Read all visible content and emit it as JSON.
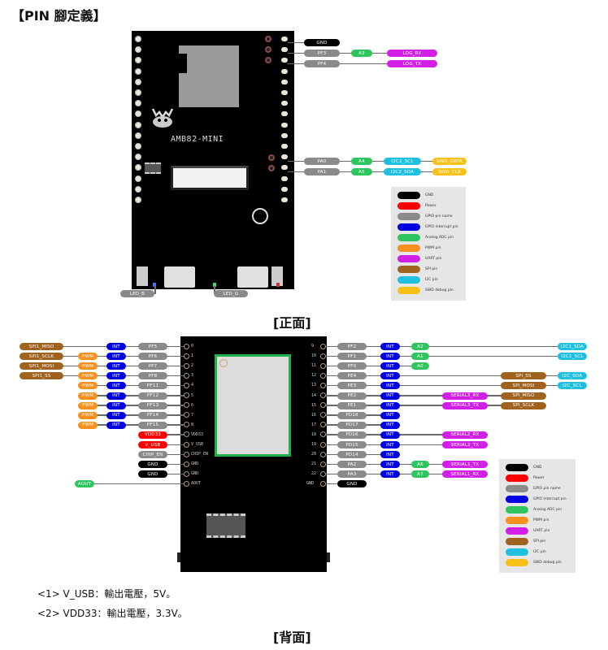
{
  "page": {
    "title": "【PIN 腳定義】",
    "front_caption": "[正面]",
    "back_caption": "[背面]",
    "notes": [
      "<1> V_USB：輸出電壓，5V。",
      "<2> VDD33：輸出電壓，3.3V。"
    ]
  },
  "front": {
    "board_label": "AMB82-MINI",
    "right_pins": [
      {
        "chips": [
          {
            "text": "GND",
            "type": "gnd"
          }
        ]
      },
      {
        "chips": [
          {
            "text": "PF3",
            "type": "gpio"
          },
          {
            "text": "A3",
            "type": "adc"
          },
          {
            "text": "LOG_RX",
            "type": "uart"
          }
        ]
      },
      {
        "chips": [
          {
            "text": "PF4",
            "type": "gpio"
          },
          {
            "text": "LOG_TX",
            "type": "uart"
          }
        ]
      },
      {
        "chips": [
          {
            "text": "PA0",
            "type": "gpio"
          },
          {
            "text": "A4",
            "type": "adc"
          },
          {
            "text": "I2C2_SCL",
            "type": "i2c"
          },
          {
            "text": "SWD_DATA",
            "type": "swd"
          }
        ]
      },
      {
        "chips": [
          {
            "text": "PA1",
            "type": "gpio"
          },
          {
            "text": "A5",
            "type": "adc"
          },
          {
            "text": "I2C2_SDA",
            "type": "i2c"
          },
          {
            "text": "SWD_CLK",
            "type": "swd"
          }
        ]
      }
    ],
    "leds": [
      {
        "text": "LED_B"
      },
      {
        "text": "LED_G"
      }
    ]
  },
  "legend": [
    {
      "label": "GND",
      "color": "#000000"
    },
    {
      "label": "Power",
      "color": "#ff0000"
    },
    {
      "label": "GPIO pin name",
      "color": "#8a8a8a"
    },
    {
      "label": "GPIO interrupt pin",
      "color": "#0000e0"
    },
    {
      "label": "Analog ADC pin",
      "color": "#2fc55e"
    },
    {
      "label": "PWM pin",
      "color": "#f7901e"
    },
    {
      "label": "UART pin",
      "color": "#d11fe8"
    },
    {
      "label": "SPI pin",
      "color": "#a0621f"
    },
    {
      "label": "I2C pin",
      "color": "#1fbfe0"
    },
    {
      "label": "SWD debug pin",
      "color": "#f8c11a"
    }
  ],
  "back": {
    "left_pins": [
      {
        "pin": "0",
        "gpio": "PF5",
        "int": "INT",
        "pwm": "",
        "spi": "SPI1_MISO"
      },
      {
        "pin": "1",
        "gpio": "PF6",
        "int": "INT",
        "pwm": "PWM",
        "spi": "SPI1_SCLK"
      },
      {
        "pin": "2",
        "gpio": "PF7",
        "int": "INT",
        "pwm": "PWM",
        "spi": "SPI1_MOSI"
      },
      {
        "pin": "3",
        "gpio": "PF8",
        "int": "INT",
        "pwm": "PWM",
        "spi": "SPI1_SS"
      },
      {
        "pin": "4",
        "gpio": "PF11",
        "int": "INT",
        "pwm": "PWM",
        "spi": ""
      },
      {
        "pin": "5",
        "gpio": "PF12",
        "int": "INT",
        "pwm": "PWM",
        "spi": ""
      },
      {
        "pin": "6",
        "gpio": "PF13",
        "int": "INT",
        "pwm": "PWM",
        "spi": ""
      },
      {
        "pin": "7",
        "gpio": "PF14",
        "int": "INT",
        "pwm": "PWM",
        "spi": ""
      },
      {
        "pin": "8",
        "gpio": "PF15",
        "int": "INT",
        "pwm": "PWM",
        "spi": ""
      }
    ],
    "left_power": [
      {
        "pin": "VDD33",
        "label": "VDD33",
        "type": "pwr"
      },
      {
        "pin": "V_USB",
        "label": "V_USB",
        "type": "pwr"
      },
      {
        "pin": "CHIP_EN",
        "label": "CHIP_EN",
        "type": "gpio"
      },
      {
        "pin": "GND",
        "label": "GND",
        "type": "gnd"
      },
      {
        "pin": "GND",
        "label": "GND",
        "type": "gnd"
      },
      {
        "pin": "AOUT",
        "label": "AOUT",
        "type": "adc"
      }
    ],
    "right_pins": [
      {
        "pin": "9",
        "gpio": "PF2",
        "int": "INT",
        "adc": "A2",
        "uart": "",
        "spi": "",
        "i2c": "I2C1_SDA"
      },
      {
        "pin": "10",
        "gpio": "PF1",
        "int": "INT",
        "adc": "A1",
        "uart": "",
        "spi": "",
        "i2c": "I2C1_SCL"
      },
      {
        "pin": "11",
        "gpio": "PF0",
        "int": "INT",
        "adc": "A0",
        "uart": "",
        "spi": "",
        "i2c": ""
      },
      {
        "pin": "12",
        "gpio": "PE4",
        "int": "INT",
        "adc": "",
        "uart": "",
        "spi": "SPI_SS",
        "i2c": "I2C_SDA"
      },
      {
        "pin": "13",
        "gpio": "PE3",
        "int": "INT",
        "adc": "",
        "uart": "",
        "spi": "SPI_MOSI",
        "i2c": "I2C_SCL"
      },
      {
        "pin": "14",
        "gpio": "PE2",
        "int": "INT",
        "adc": "",
        "uart": "SERIAL3_RX",
        "spi": "SPI_MISO",
        "i2c": ""
      },
      {
        "pin": "15",
        "gpio": "PE1",
        "int": "INT",
        "adc": "",
        "uart": "SERIAL3_TX",
        "spi": "SPI_SCLK",
        "i2c": ""
      },
      {
        "pin": "16",
        "gpio": "PD18",
        "int": "INT",
        "adc": "",
        "uart": "",
        "spi": "",
        "i2c": ""
      },
      {
        "pin": "17",
        "gpio": "PD17",
        "int": "INT",
        "adc": "",
        "uart": "",
        "spi": "",
        "i2c": ""
      },
      {
        "pin": "18",
        "gpio": "PD16",
        "int": "INT",
        "adc": "",
        "uart": "SERIAL2_RX",
        "spi": "",
        "i2c": ""
      },
      {
        "pin": "19",
        "gpio": "PD15",
        "int": "INT",
        "adc": "",
        "uart": "SERIAL2_TX",
        "spi": "",
        "i2c": ""
      },
      {
        "pin": "20",
        "gpio": "PD14",
        "int": "INT",
        "adc": "",
        "uart": "",
        "spi": "",
        "i2c": ""
      },
      {
        "pin": "21",
        "gpio": "PA2",
        "int": "INT",
        "adc": "A6",
        "uart": "SERIAL1_TX",
        "spi": "",
        "i2c": ""
      },
      {
        "pin": "22",
        "gpio": "PA3",
        "int": "INT",
        "adc": "A7",
        "uart": "SERIAL1_RX",
        "spi": "",
        "i2c": ""
      },
      {
        "pin": "GND",
        "gpio": "GND",
        "int": "",
        "adc": "",
        "uart": "",
        "spi": "",
        "i2c": "",
        "gnd": true
      }
    ]
  }
}
